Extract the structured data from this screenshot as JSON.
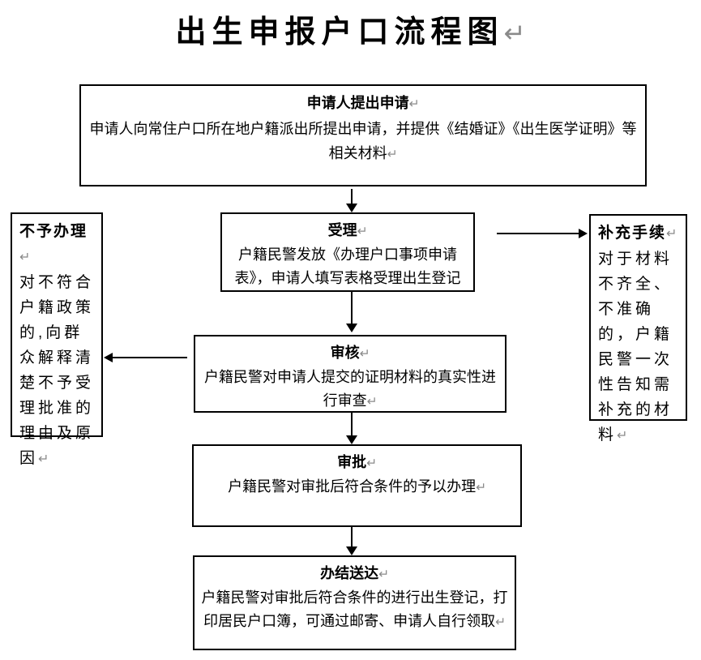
{
  "page": {
    "title": "出生申报户口流程图",
    "background_color": "#ffffff",
    "line_color": "#000000"
  },
  "marks": {
    "return": "↵"
  },
  "flow": {
    "apply": {
      "title": "申请人提出申请",
      "body": "申请人向常住户口所在地户籍派出所提出申请，并提供《结婚证》《出生医学证明》等相关材料"
    },
    "accept": {
      "title": "受理",
      "body": "户籍民警发放《办理户口事项申请表》，申请人填写表格受理出生登记"
    },
    "reject": {
      "title": "不予办理",
      "body": "对不符合户籍政策的,向群众解释清楚不予受理批准的理由及原因"
    },
    "supplement": {
      "title": "补充手续",
      "body": "对于材料不齐全、不准确的，户籍民警一次性告知需补充的材料"
    },
    "review": {
      "title": "审核",
      "body": "户籍民警对申请人提交的证明材料的真实性进行审查"
    },
    "approve": {
      "title": "审批",
      "body": "户籍民警对审批后符合条件的予以办理"
    },
    "complete": {
      "title": "办结送达",
      "body": "户籍民警对审批后符合条件的进行出生登记，打印居民户口簿，可通过邮寄、申请人自行领取"
    }
  }
}
